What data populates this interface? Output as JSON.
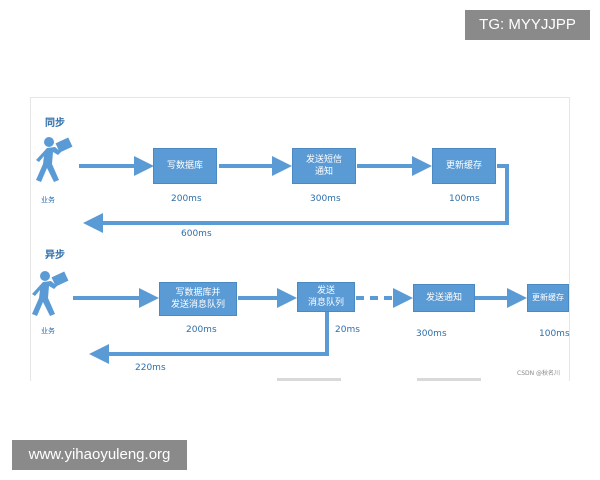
{
  "watermarks": {
    "top_right": "TG: MYYJJPP",
    "bottom_left": "www.yihaoyuleng.org",
    "csdn": "CSDN @秋名川"
  },
  "sync": {
    "title": "同步",
    "actor_label": "业务",
    "steps": [
      {
        "label_line1": "写数据库",
        "label_line2": "",
        "time": "200ms"
      },
      {
        "label_line1": "发送短信",
        "label_line2": "通知",
        "time": "300ms"
      },
      {
        "label_line1": "更新缓存",
        "label_line2": "",
        "time": "100ms"
      }
    ],
    "total_time": "600ms"
  },
  "async": {
    "title": "异步",
    "actor_label": "业务",
    "steps": [
      {
        "label_line1": "写数据库并",
        "label_line2": "发送消息队列",
        "time": "200ms"
      },
      {
        "label_line1": "发送",
        "label_line2": "消息队列",
        "time": "20ms"
      },
      {
        "label_line1": "发送通知",
        "label_line2": "",
        "time": "300ms"
      },
      {
        "label_line1": "更新缓存",
        "label_line2": "",
        "time": "100ms"
      }
    ],
    "total_time": "220ms"
  },
  "colors": {
    "box": "#5b9bd5",
    "arrow": "#5b9bd5",
    "text": "#2f6fab"
  }
}
